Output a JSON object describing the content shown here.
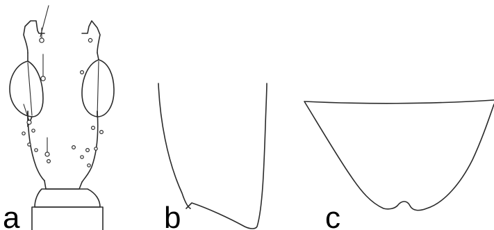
{
  "figure": {
    "panels": [
      {
        "id": "a",
        "label": "a",
        "subject": "head-dorsal-view"
      },
      {
        "id": "b",
        "label": "b",
        "subject": "appendage-apex-outline"
      },
      {
        "id": "c",
        "label": "c",
        "subject": "plate-outline"
      }
    ],
    "colors": {
      "line": "#2a2a2a",
      "background": "#ffffff",
      "label": "#000000"
    }
  }
}
